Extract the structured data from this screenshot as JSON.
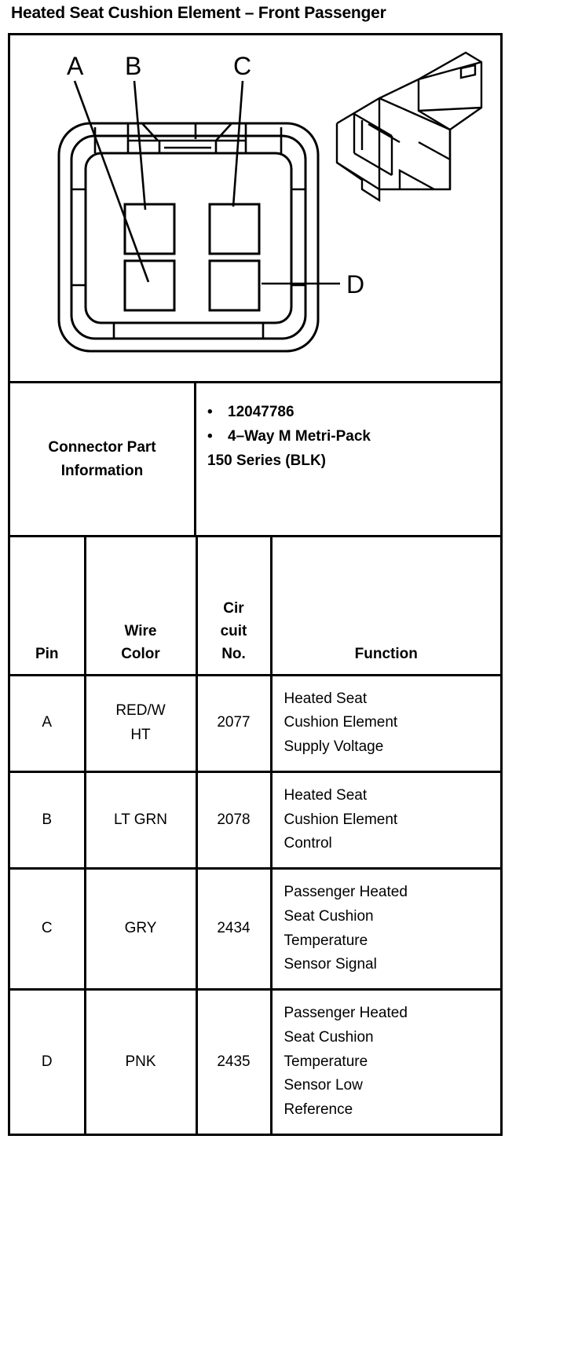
{
  "title": "Heated Seat Cushion Element – Front Passenger",
  "diagram": {
    "name": "connector-face-view",
    "cavity_labels": [
      "A",
      "B",
      "C",
      "D"
    ],
    "callouts": [
      {
        "label": "A",
        "cavity": "lower-left"
      },
      {
        "label": "B",
        "cavity": "upper-left"
      },
      {
        "label": "C",
        "cavity": "upper-right"
      },
      {
        "label": "D",
        "cavity": "lower-right"
      }
    ],
    "inset_name": "connector-3d-view"
  },
  "connector_info": {
    "label": "Connector Part Information",
    "bullets": [
      "12047786",
      "4–Way M Metri-Pack"
    ],
    "continuation": "150 Series (BLK)"
  },
  "table": {
    "headers": {
      "pin": "Pin",
      "wire_color": [
        "Wire",
        "Color"
      ],
      "circuit_no": [
        "Cir",
        "cuit",
        "No."
      ],
      "function": "Function"
    },
    "rows": [
      {
        "pin": "A",
        "wire_color": [
          "RED/W",
          "HT"
        ],
        "circuit_no": "2077",
        "function": [
          "Heated Seat",
          "Cushion Element",
          "Supply Voltage"
        ]
      },
      {
        "pin": "B",
        "wire_color": [
          "LT GRN"
        ],
        "circuit_no": "2078",
        "function": [
          "Heated Seat",
          "Cushion Element",
          "Control"
        ]
      },
      {
        "pin": "C",
        "wire_color": [
          "GRY"
        ],
        "circuit_no": "2434",
        "function": [
          "Passenger Heated",
          "Seat Cushion",
          "Temperature",
          "Sensor Signal"
        ]
      },
      {
        "pin": "D",
        "wire_color": [
          "PNK"
        ],
        "circuit_no": "2435",
        "function": [
          "Passenger Heated",
          "Seat Cushion",
          "Temperature",
          "Sensor Low",
          "Reference"
        ]
      }
    ]
  },
  "colors": {
    "ink": "#000000",
    "paper": "#ffffff"
  }
}
